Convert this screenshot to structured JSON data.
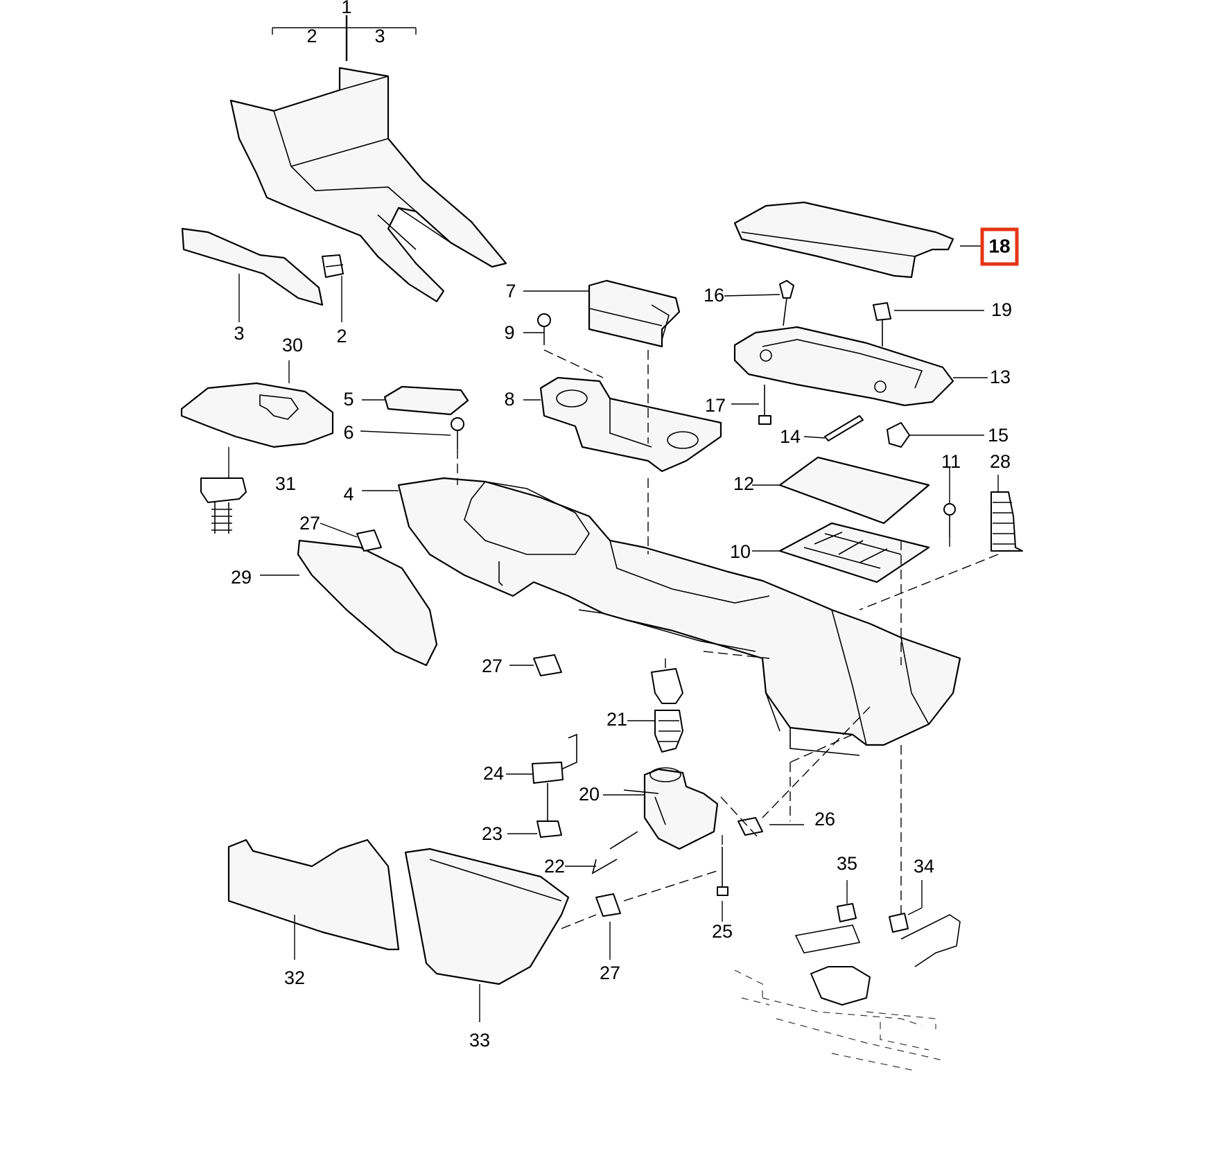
{
  "highlight": {
    "part": "18",
    "color": "#e53416"
  },
  "callouts": {
    "c1": "1",
    "c2a": "2",
    "c3a": "3",
    "c2b": "2",
    "c3b": "3",
    "c4": "4",
    "c5": "5",
    "c6": "6",
    "c7": "7",
    "c8": "8",
    "c9": "9",
    "c10": "10",
    "c11": "11",
    "c12": "12",
    "c13": "13",
    "c14": "14",
    "c15": "15",
    "c16": "16",
    "c17": "17",
    "c18": "18",
    "c19": "19",
    "c20": "20",
    "c21": "21",
    "c22": "22",
    "c23": "23",
    "c24": "24",
    "c25": "25",
    "c26": "26",
    "c27a": "27",
    "c27b": "27",
    "c27c": "27",
    "c28": "28",
    "c29": "29",
    "c30": "30",
    "c31": "31",
    "c32": "32",
    "c33": "33",
    "c34": "34",
    "c35": "35"
  }
}
